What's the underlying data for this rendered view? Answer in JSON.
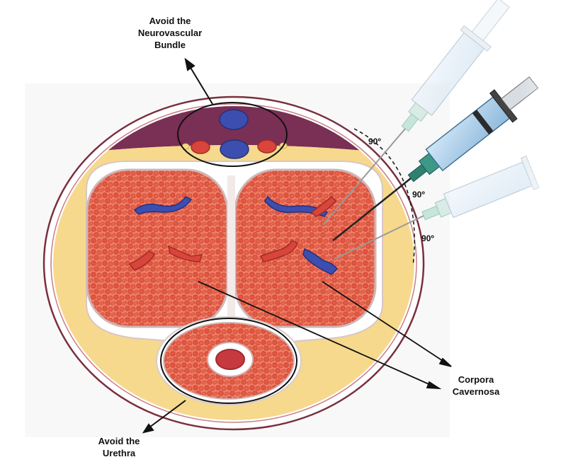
{
  "labels": {
    "nv_line1": "Avoid the",
    "nv_line2": "Neurovascular",
    "nv_line3": "Bundle",
    "cc_line1": "Corpora",
    "cc_line2": "Cavernosa",
    "ur_line1": "Avoid the",
    "ur_line2": "Urethra",
    "angle_top": "90º",
    "angle_mid": "90º",
    "angle_bot": "90º"
  },
  "colors": {
    "tissue": "#e8604a",
    "tissue_dark": "#c9402e",
    "fat": "#f6d98d",
    "dorsal": "#7a2f55",
    "vein": "#3c4fb0",
    "artery": "#d9453a",
    "syringe_active": "#2f7f73"
  }
}
